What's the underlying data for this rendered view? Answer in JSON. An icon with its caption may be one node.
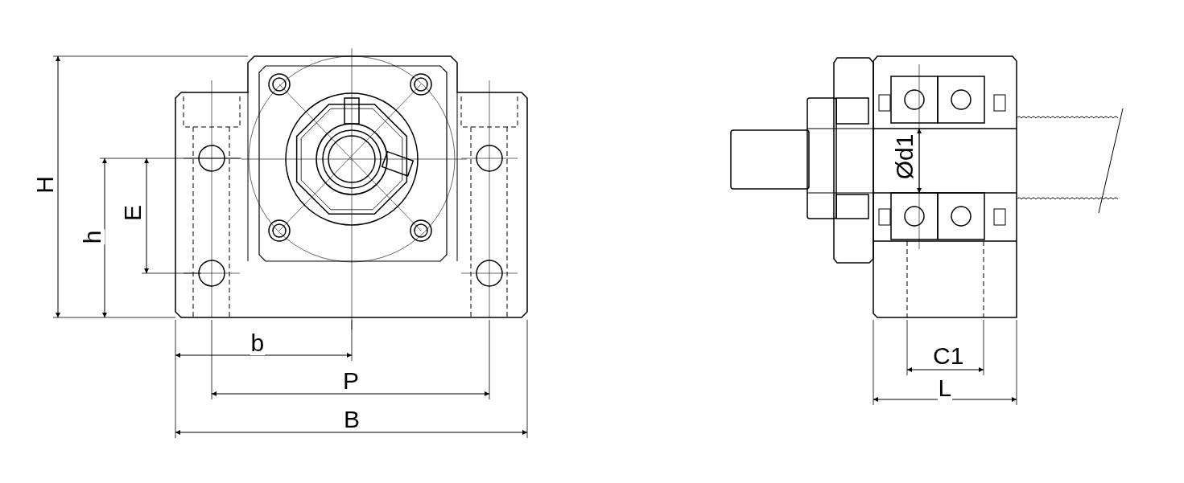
{
  "diagram": {
    "labels": [
      "H",
      "h",
      "E",
      "b",
      "P",
      "B",
      "Ød1",
      "C1",
      "L"
    ]
  }
}
